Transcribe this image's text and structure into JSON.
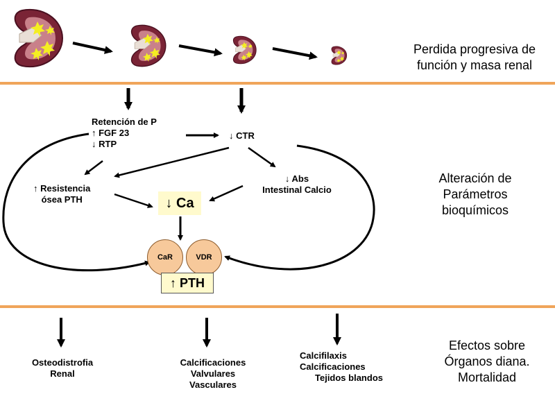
{
  "rows": {
    "top_caption": [
      "Perdida progresiva de",
      "función y masa renal"
    ],
    "middle_caption": [
      "Alteración de",
      "Parámetros",
      "bioquímicos"
    ],
    "bottom_caption": [
      "Efectos sobre",
      "Órganos diana.",
      "Mortalidad"
    ]
  },
  "nodes": {
    "retencion": [
      "Retención de P",
      "↑ FGF 23",
      "↓ RTP"
    ],
    "ctr": "↓ CTR",
    "resistencia": [
      "↑ Resistencia",
      "ósea PTH"
    ],
    "abs": [
      "↓ Abs",
      "Intestinal Calcio"
    ],
    "ca": "↓ Ca",
    "car": "CaR",
    "vdr": "VDR",
    "pth": "↑ PTH"
  },
  "effects": {
    "osteo": [
      "Osteodistrofia",
      "Renal"
    ],
    "valv": [
      "Calcificaciones",
      "Valvulares",
      "Vasculares"
    ],
    "calcif": [
      "Calcifilaxis",
      "Calcificaciones",
      "Tejidos blandos"
    ]
  },
  "colors": {
    "divider": "#f0a55a",
    "kidney": "#7a2436",
    "kidney_inner": "#c9808a",
    "deposit": "#f4ee22",
    "receptor_fill": "#f7c99b",
    "box_fill": "#fffacd"
  }
}
